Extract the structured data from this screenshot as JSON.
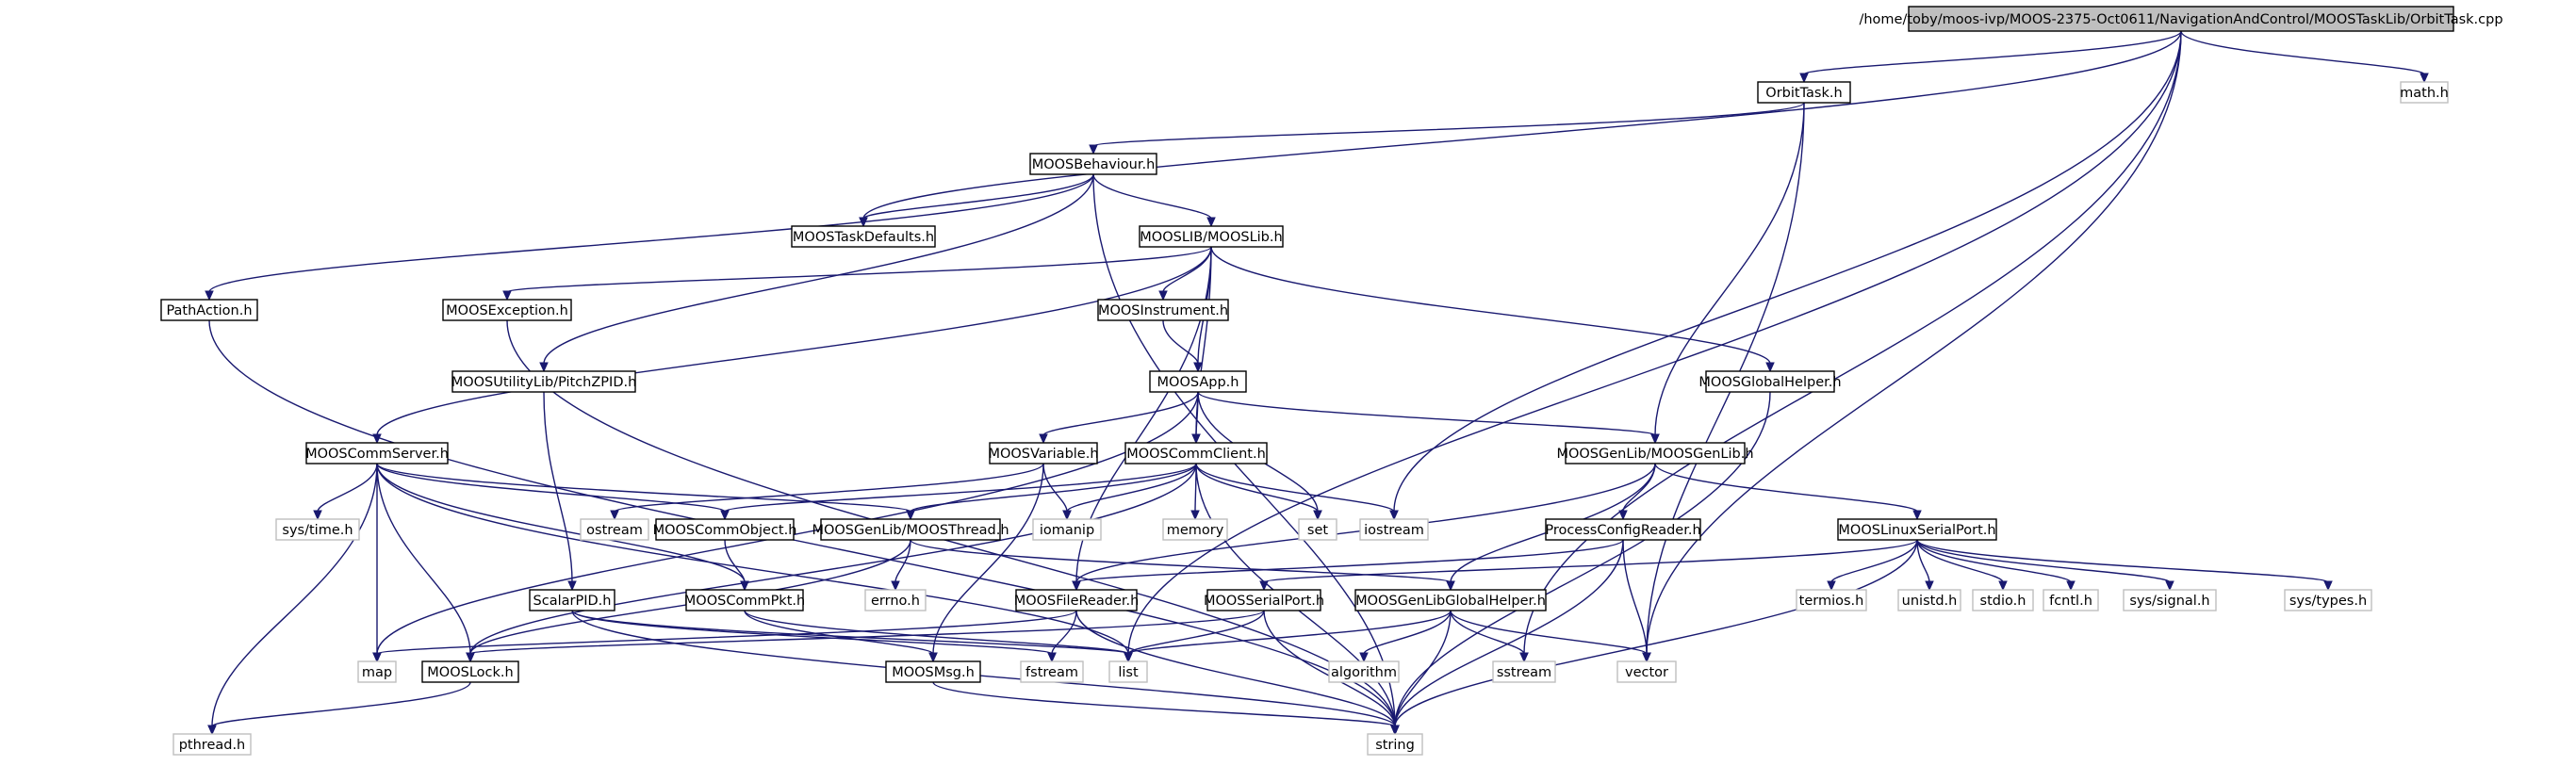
{
  "nodes": {
    "orbittask_cpp": {
      "label": "/home/toby/moos-ivp/MOOS-2375-Oct0611/NavigationAndControl/MOOSTaskLib/OrbitTask.cpp",
      "kind": "root"
    },
    "orbittask_h": {
      "label": "OrbitTask.h",
      "kind": "internal"
    },
    "math_h": {
      "label": "math.h",
      "kind": "external"
    },
    "moosbehaviour_h": {
      "label": "MOOSBehaviour.h",
      "kind": "internal"
    },
    "moostaskdefaults_h": {
      "label": "MOOSTaskDefaults.h",
      "kind": "internal"
    },
    "mooslib_h": {
      "label": "MOOSLIB/MOOSLib.h",
      "kind": "internal"
    },
    "pathaction_h": {
      "label": "PathAction.h",
      "kind": "internal"
    },
    "moosexception_h": {
      "label": "MOOSException.h",
      "kind": "internal"
    },
    "moosinstrument_h": {
      "label": "MOOSInstrument.h",
      "kind": "internal"
    },
    "pitchzpid_h": {
      "label": "MOOSUtilityLib/PitchZPID.h",
      "kind": "internal"
    },
    "moosapp_h": {
      "label": "MOOSApp.h",
      "kind": "internal"
    },
    "moosglobalhelper_h": {
      "label": "MOOSGlobalHelper.h",
      "kind": "internal"
    },
    "mooscommserver_h": {
      "label": "MOOSCommServer.h",
      "kind": "internal"
    },
    "moosvariable_h": {
      "label": "MOOSVariable.h",
      "kind": "internal"
    },
    "mooscommclient_h": {
      "label": "MOOSCommClient.h",
      "kind": "internal"
    },
    "moosgenlib_h": {
      "label": "MOOSGenLib/MOOSGenLib.h",
      "kind": "internal"
    },
    "systime_h": {
      "label": "sys/time.h",
      "kind": "external"
    },
    "ostream": {
      "label": "ostream",
      "kind": "external"
    },
    "mooscommobject_h": {
      "label": "MOOSCommObject.h",
      "kind": "internal"
    },
    "moosthread_h": {
      "label": "MOOSGenLib/MOOSThread.h",
      "kind": "internal"
    },
    "iomanip": {
      "label": "iomanip",
      "kind": "external"
    },
    "memory": {
      "label": "memory",
      "kind": "external"
    },
    "set": {
      "label": "set",
      "kind": "external"
    },
    "iostream": {
      "label": "iostream",
      "kind": "external"
    },
    "processconfigreader_h": {
      "label": "ProcessConfigReader.h",
      "kind": "internal"
    },
    "mooslinuxserialport_h": {
      "label": "MOOSLinuxSerialPort.h",
      "kind": "internal"
    },
    "errno_h": {
      "label": "errno.h",
      "kind": "external"
    },
    "scalarpid_h": {
      "label": "ScalarPID.h",
      "kind": "internal"
    },
    "mooscommpkt_h": {
      "label": "MOOSCommPkt.h",
      "kind": "internal"
    },
    "moosfilereader_h": {
      "label": "MOOSFileReader.h",
      "kind": "internal"
    },
    "moosserialport_h": {
      "label": "MOOSSerialPort.h",
      "kind": "internal"
    },
    "moosgenlibglobalhelper_h": {
      "label": "MOOSGenLibGlobalHelper.h",
      "kind": "internal"
    },
    "termios_h": {
      "label": "termios.h",
      "kind": "external"
    },
    "unistd_h": {
      "label": "unistd.h",
      "kind": "external"
    },
    "stdio_h": {
      "label": "stdio.h",
      "kind": "external"
    },
    "fcntl_h": {
      "label": "fcntl.h",
      "kind": "external"
    },
    "syssignal_h": {
      "label": "sys/signal.h",
      "kind": "external"
    },
    "systypes_h": {
      "label": "sys/types.h",
      "kind": "external"
    },
    "map": {
      "label": "map",
      "kind": "external"
    },
    "mooslock_h": {
      "label": "MOOSLock.h",
      "kind": "internal"
    },
    "fstream": {
      "label": "fstream",
      "kind": "external"
    },
    "list": {
      "label": "list",
      "kind": "external"
    },
    "moosmsg_h": {
      "label": "MOOSMsg.h",
      "kind": "internal"
    },
    "algorithm": {
      "label": "algorithm",
      "kind": "external"
    },
    "sstream": {
      "label": "sstream",
      "kind": "external"
    },
    "vector": {
      "label": "vector",
      "kind": "external"
    },
    "pthread_h": {
      "label": "pthread.h",
      "kind": "external"
    },
    "string": {
      "label": "string",
      "kind": "external"
    }
  },
  "edges": [
    [
      "orbittask_cpp",
      "orbittask_h"
    ],
    [
      "orbittask_cpp",
      "math_h"
    ],
    [
      "orbittask_cpp",
      "moostaskdefaults_h"
    ],
    [
      "orbittask_cpp",
      "iostream"
    ],
    [
      "orbittask_cpp",
      "sstream"
    ],
    [
      "orbittask_cpp",
      "vector"
    ],
    [
      "orbittask_cpp",
      "list"
    ],
    [
      "orbittask_h",
      "moosbehaviour_h"
    ],
    [
      "orbittask_h",
      "moosgenlib_h"
    ],
    [
      "orbittask_h",
      "vector"
    ],
    [
      "moosbehaviour_h",
      "moostaskdefaults_h"
    ],
    [
      "moosbehaviour_h",
      "mooslib_h"
    ],
    [
      "moosbehaviour_h",
      "pathaction_h"
    ],
    [
      "moosbehaviour_h",
      "pitchzpid_h"
    ],
    [
      "moosbehaviour_h",
      "string"
    ],
    [
      "mooslib_h",
      "moosexception_h"
    ],
    [
      "mooslib_h",
      "moosinstrument_h"
    ],
    [
      "mooslib_h",
      "moosapp_h"
    ],
    [
      "mooslib_h",
      "mooscommclient_h"
    ],
    [
      "mooslib_h",
      "mooscommserver_h"
    ],
    [
      "mooslib_h",
      "moosglobalhelper_h"
    ],
    [
      "mooslib_h",
      "moosfilereader_h"
    ],
    [
      "pathaction_h",
      "string"
    ],
    [
      "moosexception_h",
      "string"
    ],
    [
      "pitchzpid_h",
      "scalarpid_h"
    ],
    [
      "moosinstrument_h",
      "moosapp_h"
    ],
    [
      "moosapp_h",
      "moosvariable_h"
    ],
    [
      "moosapp_h",
      "mooscommclient_h"
    ],
    [
      "moosapp_h",
      "moosgenlib_h"
    ],
    [
      "moosapp_h",
      "set"
    ],
    [
      "moosapp_h",
      "map"
    ],
    [
      "moosglobalhelper_h",
      "string"
    ],
    [
      "mooscommserver_h",
      "systime_h"
    ],
    [
      "mooscommserver_h",
      "mooscommobject_h"
    ],
    [
      "mooscommserver_h",
      "moosthread_h"
    ],
    [
      "mooscommserver_h",
      "mooscommpkt_h"
    ],
    [
      "mooscommserver_h",
      "map"
    ],
    [
      "mooscommserver_h",
      "mooslock_h"
    ],
    [
      "mooscommserver_h",
      "pthread_h"
    ],
    [
      "mooscommserver_h",
      "list"
    ],
    [
      "moosvariable_h",
      "ostream"
    ],
    [
      "moosvariable_h",
      "iomanip"
    ],
    [
      "moosvariable_h",
      "moosmsg_h"
    ],
    [
      "mooscommclient_h",
      "mooscommobject_h"
    ],
    [
      "mooscommclient_h",
      "moosthread_h"
    ],
    [
      "mooscommclient_h",
      "iomanip"
    ],
    [
      "mooscommclient_h",
      "memory"
    ],
    [
      "mooscommclient_h",
      "set"
    ],
    [
      "mooscommclient_h",
      "iostream"
    ],
    [
      "mooscommclient_h",
      "mooslock_h"
    ],
    [
      "mooscommclient_h",
      "string"
    ],
    [
      "moosgenlib_h",
      "processconfigreader_h"
    ],
    [
      "moosgenlib_h",
      "mooslinuxserialport_h"
    ],
    [
      "moosgenlib_h",
      "moosgenlibglobalhelper_h"
    ],
    [
      "moosgenlib_h",
      "moosfilereader_h"
    ],
    [
      "mooscommobject_h",
      "mooscommpkt_h"
    ],
    [
      "moosthread_h",
      "errno_h"
    ],
    [
      "moosthread_h",
      "mooslock_h"
    ],
    [
      "moosthread_h",
      "moosgenlibglobalhelper_h"
    ],
    [
      "processconfigreader_h",
      "moosfilereader_h"
    ],
    [
      "processconfigreader_h",
      "vector"
    ],
    [
      "processconfigreader_h",
      "string"
    ],
    [
      "mooslinuxserialport_h",
      "termios_h"
    ],
    [
      "mooslinuxserialport_h",
      "unistd_h"
    ],
    [
      "mooslinuxserialport_h",
      "stdio_h"
    ],
    [
      "mooslinuxserialport_h",
      "fcntl_h"
    ],
    [
      "mooslinuxserialport_h",
      "syssignal_h"
    ],
    [
      "mooslinuxserialport_h",
      "systypes_h"
    ],
    [
      "mooslinuxserialport_h",
      "moosserialport_h"
    ],
    [
      "mooslinuxserialport_h",
      "string"
    ],
    [
      "scalarpid_h",
      "list"
    ],
    [
      "scalarpid_h",
      "fstream"
    ],
    [
      "scalarpid_h",
      "string"
    ],
    [
      "mooscommpkt_h",
      "moosmsg_h"
    ],
    [
      "mooscommpkt_h",
      "list"
    ],
    [
      "moosfilereader_h",
      "fstream"
    ],
    [
      "moosfilereader_h",
      "map"
    ],
    [
      "moosfilereader_h",
      "string"
    ],
    [
      "moosserialport_h",
      "mooslock_h"
    ],
    [
      "moosserialport_h",
      "list"
    ],
    [
      "moosserialport_h",
      "string"
    ],
    [
      "moosgenlibglobalhelper_h",
      "algorithm"
    ],
    [
      "moosgenlibglobalhelper_h",
      "sstream"
    ],
    [
      "moosgenlibglobalhelper_h",
      "vector"
    ],
    [
      "moosgenlibglobalhelper_h",
      "list"
    ],
    [
      "moosgenlibglobalhelper_h",
      "string"
    ],
    [
      "mooslock_h",
      "pthread_h"
    ],
    [
      "moosmsg_h",
      "string"
    ]
  ]
}
